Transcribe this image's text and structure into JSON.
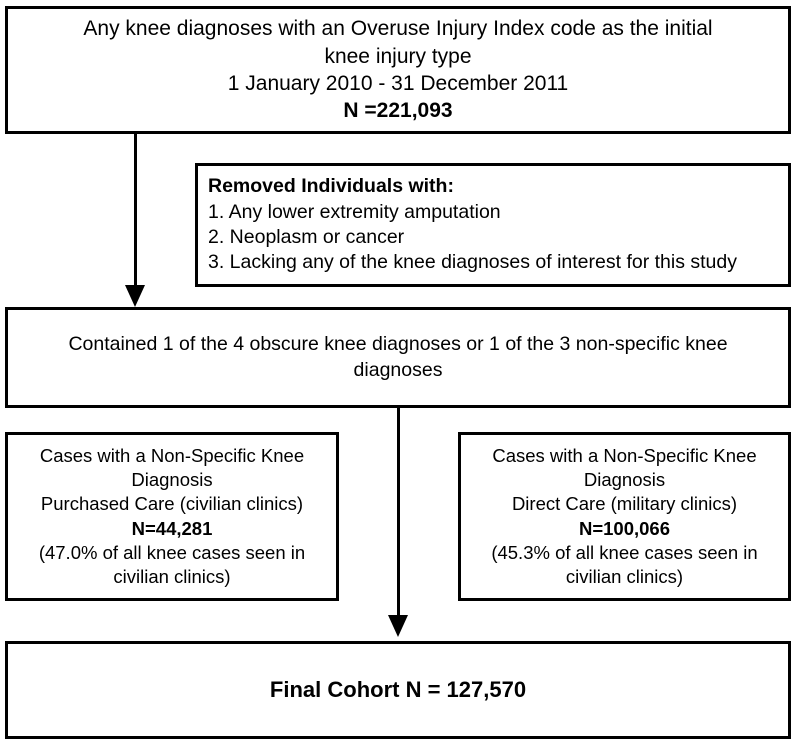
{
  "figure": {
    "type": "flowchart",
    "orientation": "top-to-bottom",
    "boxes": [
      {
        "id": "initial-cohort",
        "lines": [
          "Any knee diagnoses with an Overuse Injury Index code as the initial",
          "knee injury type",
          "1 January 2010 - 31 December 2011",
          "N =221,093"
        ]
      },
      {
        "id": "exclusions",
        "lines": [
          "Removed Individuals with:",
          "1. Any lower extremity amputation",
          "2. Neoplasm or cancer",
          "3. Lacking any of the knee diagnoses of interest for this study"
        ]
      },
      {
        "id": "diagnosis-filter",
        "lines": [
          "Contained 1 of the 4 obscure knee diagnoses or 1 of the 3 non-specific knee",
          "diagnoses"
        ]
      },
      {
        "id": "purchased-care",
        "lines": [
          "Cases with a Non-Specific Knee",
          "Diagnosis",
          "Purchased Care (civilian clinics)",
          "N=44,281",
          "(47.0% of all knee cases seen in",
          "civilian clinics)"
        ]
      },
      {
        "id": "direct-care",
        "lines": [
          "Cases with a Non-Specific Knee",
          "Diagnosis",
          "Direct Care (military clinics)",
          "N=100,066",
          "(45.3% of all knee cases seen in",
          "civilian clinics)"
        ]
      },
      {
        "id": "final-cohort",
        "lines": [
          "Final Cohort N = 127,570"
        ]
      }
    ],
    "counts": {
      "initial_n": "221,093",
      "purchased_care_n": "44,281",
      "purchased_care_pct": "47.0%",
      "direct_care_n": "100,066",
      "direct_care_pct": "45.3%",
      "final_cohort_n": "127,570"
    },
    "date_range": "1 January 2010 - 31 December 2011",
    "colors": {
      "border": "#000000",
      "background": "#ffffff",
      "text": "#000000"
    }
  }
}
